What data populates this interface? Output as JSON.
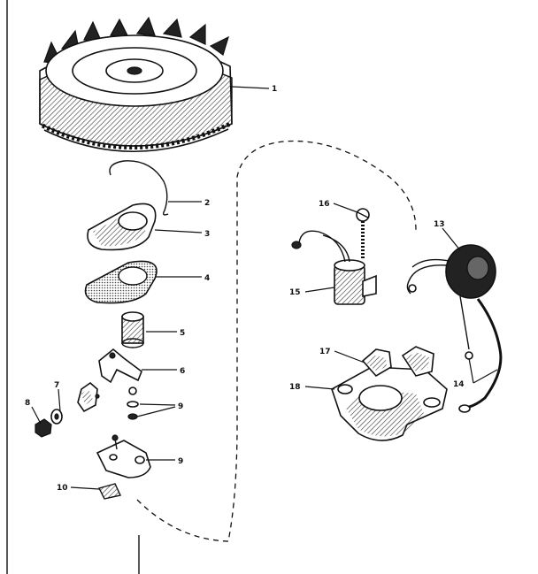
{
  "callouts": {
    "c1": "1",
    "c2": "2",
    "c3": "3",
    "c4": "4",
    "c5": "5",
    "c6": "6",
    "c7": "7",
    "c8": "8",
    "c9": "9",
    "c9b": "9",
    "c10": "10",
    "c13": "13",
    "c14": "14",
    "c15": "15",
    "c16": "16",
    "c17": "17",
    "c18": "18"
  }
}
